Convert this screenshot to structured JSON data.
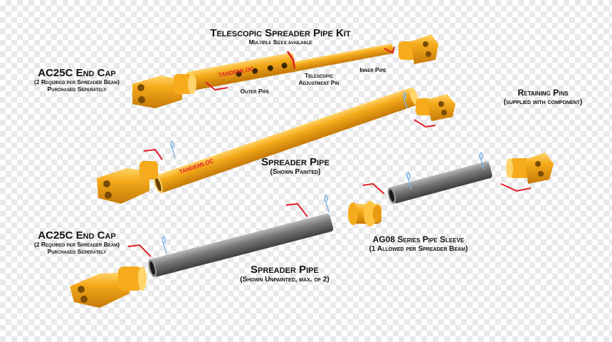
{
  "kit": {
    "title": "Telescopic Spreader Pipe Kit",
    "subtitle": "Multiple Sizes available",
    "outer_pipe": "Outer Pipe",
    "inner_pipe": "Inner Pipe",
    "adjustment_pin_line1": "Telescopic",
    "adjustment_pin_line2": "Adjustment Pin",
    "brand": "TANDEMLOC"
  },
  "end_cap_top": {
    "title": "AC25C End Cap",
    "note1": "(2 Required per Spreader Beam)",
    "note2": "Purchased Seperately"
  },
  "retaining_pins": {
    "title": "Retaining Pins",
    "note": "(supplied with component)"
  },
  "painted_pipe": {
    "title": "Spreader Pipe",
    "note": "(Shown Painted)",
    "brand": "TANDEMLOC"
  },
  "end_cap_bottom": {
    "title": "AC25C End Cap",
    "note1": "(2 Required per Spreader Beam)",
    "note2": "Purchased Seperately"
  },
  "sleeve": {
    "title": "AG08 Series Pipe Sleeve",
    "note": "(1 Allowed per Spreader Beam)"
  },
  "unpainted_pipe": {
    "title": "Spreader Pipe",
    "note": "(Shown Unpainted, max. of 2)"
  },
  "colors": {
    "yellow": "#f2a516",
    "yellow_dark": "#c97c08",
    "steel": "#6e6e6e",
    "pin_red": "#e0202a",
    "clip_blue": "#7fb6e8"
  }
}
